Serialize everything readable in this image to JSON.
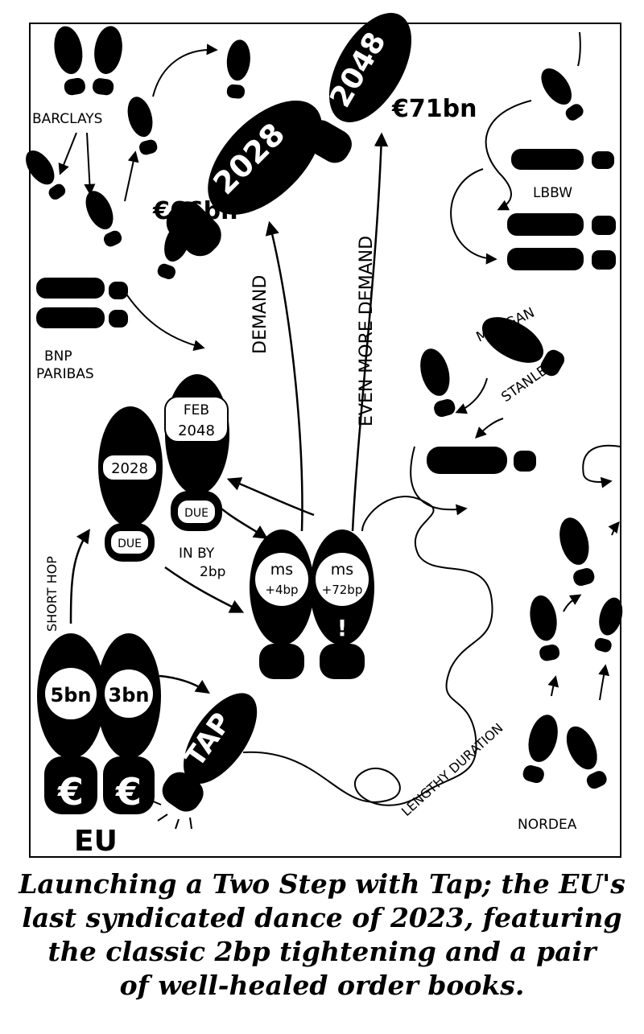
{
  "labels": {
    "barclays": "BARCLAYS",
    "bnp_line1": "BNP",
    "bnp_line2": "PARIBAS",
    "lbbw": "LBBW",
    "morgan": "MORGAN",
    "stanley": "STANLEY",
    "nordea": "NORDEA",
    "eu": "EU",
    "demand": "DEMAND",
    "even_more_demand": "EVEN MORE DEMAND",
    "short_hop": "SHORT HOP",
    "in_by_line1": "IN BY",
    "in_by_line2": "2bp",
    "lengthy_duration": "LENGTHY DURATION",
    "size_2028": "€66bn",
    "size_2048": "€71bn"
  },
  "soles": {
    "big_2028": "2028",
    "big_2048": "2048",
    "due_2028": "2028",
    "due_2048_month": "FEB",
    "due_2048_year": "2048",
    "due_left": "DUE",
    "due_right": "DUE",
    "ms_left_line1": "ms",
    "ms_left_line2": "+4bp",
    "ms_right_line1": "ms",
    "ms_right_line2": "+72bp",
    "exclamation": "!",
    "eu_left": "5bn",
    "eu_right": "3bn",
    "euro_left": "€",
    "euro_right": "€",
    "tap": "TAP"
  },
  "caption": {
    "line1": "Launching a Two Step with Tap; the EU's",
    "line2": "last syndicated dance of 2023, featuring",
    "line3": "the classic 2bp tightening and a pair",
    "line4": "of well-healed order books."
  }
}
